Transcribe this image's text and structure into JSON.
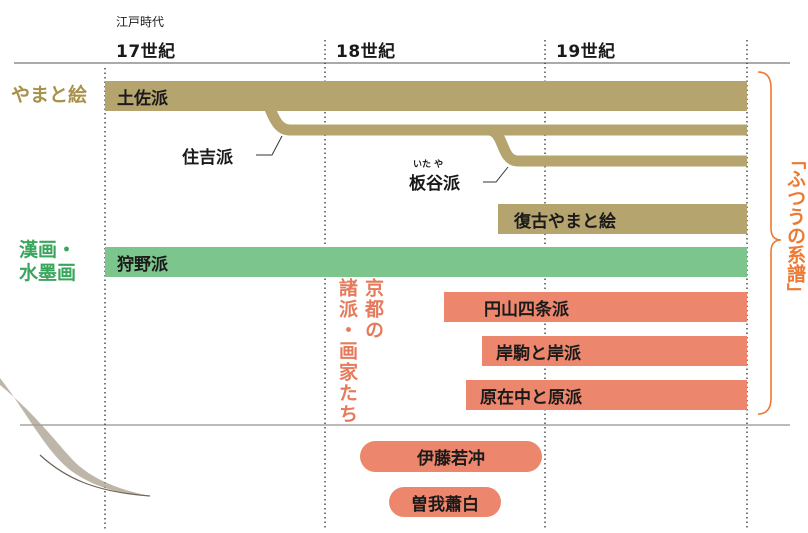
{
  "header": {
    "era_sub": "江戸時代",
    "centuries": [
      "17世紀",
      "18世紀",
      "19世紀"
    ]
  },
  "categories": {
    "yamatoe": "やまと絵",
    "kanga_line1": "漢画・",
    "kanga_line2": "水墨画",
    "kyoto_col1": "京都の",
    "kyoto_col2": "諸派・画家たち"
  },
  "bars": {
    "tosa": "土佐派",
    "fukko": "復古やまと絵",
    "kano": "狩野派",
    "maruyama": "円山四条派",
    "ganku": "岸駒と岸派",
    "hara": "原在中と原派",
    "jakuchu": "伊藤若冲",
    "shohaku": "曽我蕭白"
  },
  "branches": {
    "sumiyoshi": "住吉派",
    "itaya": "板谷派",
    "itaya_ruby": "いた や"
  },
  "bracket_label": "「ふつうの系譜」",
  "colors": {
    "gold": "#b5a46e",
    "green": "#7cc58c",
    "salmon": "#ec866c",
    "gold_text": "#a8914b",
    "green_text": "#3aa55c",
    "salmon_text": "#e57a5c",
    "orange": "#ec7a32"
  }
}
